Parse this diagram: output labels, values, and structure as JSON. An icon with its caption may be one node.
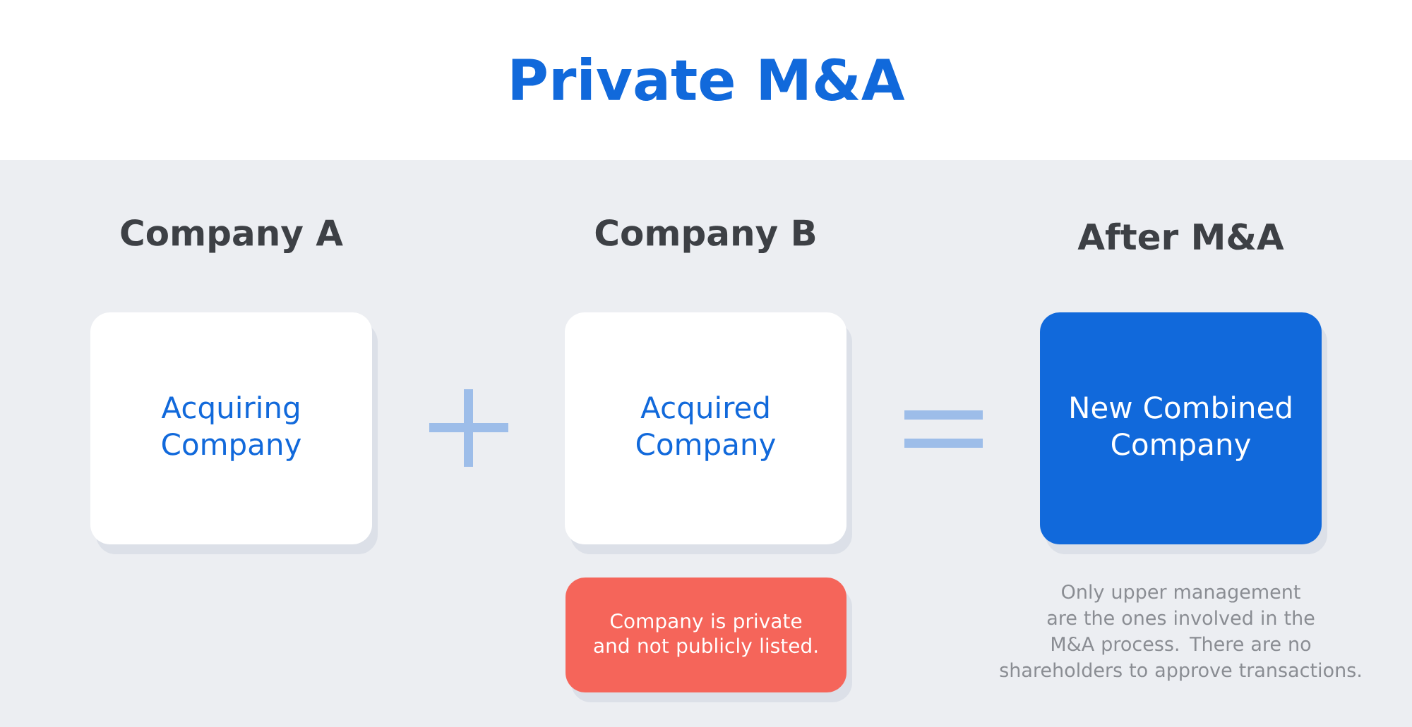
{
  "diagram": {
    "title": "Private M&A",
    "nodes": [
      {
        "text": [
          "Company A",
          "Acquiring Company"
        ]
      },
      {
        "text": [
          "Company B",
          "Acquired Company"
        ]
      },
      {
        "text": [
          "After M&A",
          "New Combined Company"
        ],
        "beside": [
          "Only upper management are the ones involved in the M&A process. There are no shareholders to approve transactions."
        ]
      },
      {
        "text": [
          "Company is private and not publicly listed."
        ]
      }
    ]
  }
}
